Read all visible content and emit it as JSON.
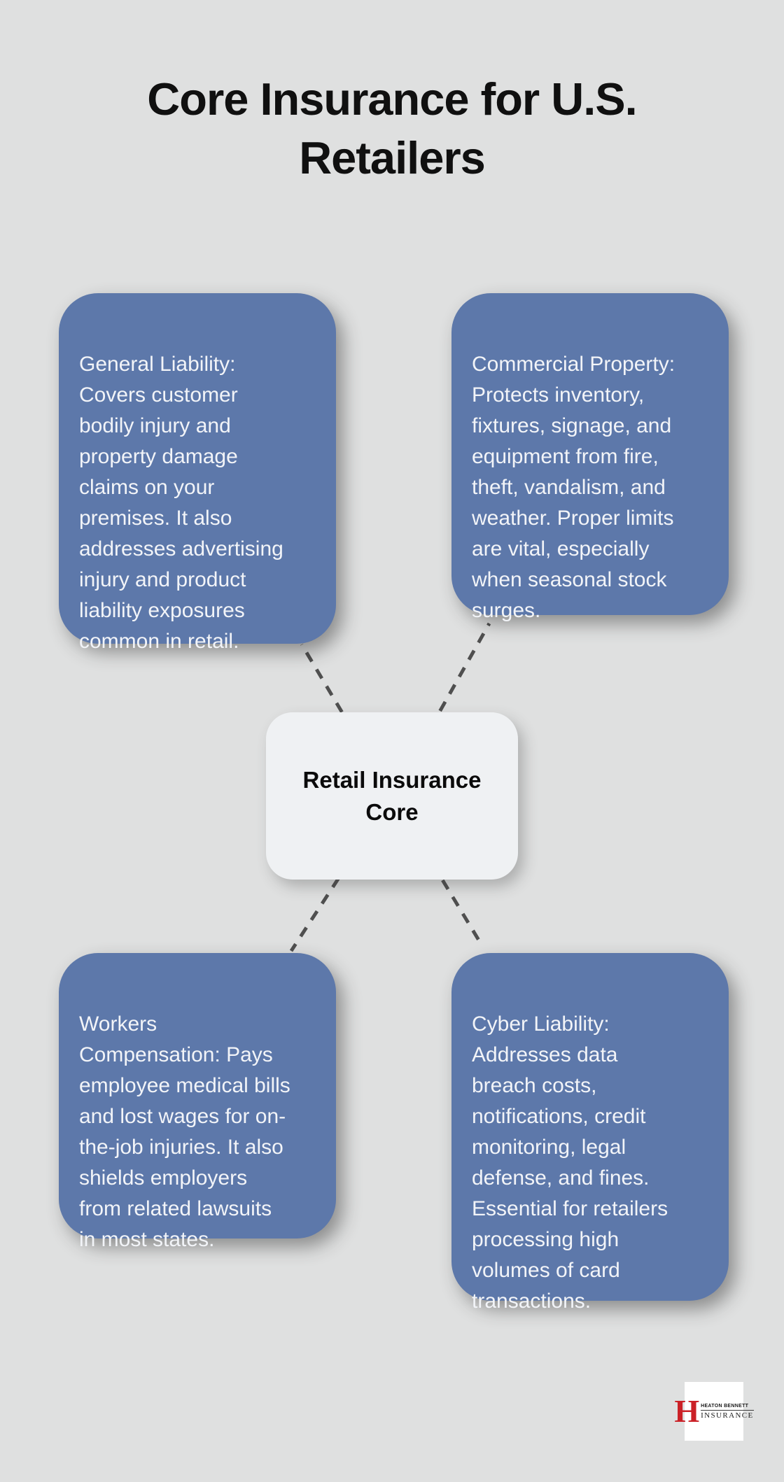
{
  "title": {
    "line1": "Core Insurance for U.S.",
    "line2": "Retailers"
  },
  "center_node": {
    "label": "Retail Insurance Core"
  },
  "nodes": [
    {
      "id": "general-liability",
      "text": "General Liability:\nCovers customer\nbodily injury and\nproperty damage\nclaims on your\npremises. It also\naddresses advertising\ninjury and product\nliability exposures\ncommon in retail."
    },
    {
      "id": "commercial-property",
      "text": "Commercial Property:\nProtects inventory,\nfixtures, signage, and\nequipment from fire,\ntheft, vandalism, and\nweather. Proper limits\nare vital, especially\nwhen seasonal stock\nsurges."
    },
    {
      "id": "workers-compensation",
      "text": "Workers\nCompensation: Pays\nemployee medical bills\nand lost wages for on-\nthe-job injuries. It also\nshields employers\nfrom related lawsuits\nin most states."
    },
    {
      "id": "cyber-liability",
      "text": "Cyber Liability:\nAddresses data\nbreach costs,\nnotifications, credit\nmonitoring, legal\ndefense, and fines.\nEssential for retailers\nprocessing high\nvolumes of card\ntransactions."
    }
  ],
  "logo": {
    "mark": "H",
    "line1": "HEATON BENNETT",
    "line2": "INSURANCE"
  },
  "colors": {
    "background": "#dfe0e0",
    "card_blue": "#5d78aa",
    "card_text": "#f2f4f8",
    "center_card_bg": "#eff1f3",
    "connector_gray": "#4f4f4f",
    "title_black": "#101010",
    "logo_red": "#cb2127"
  }
}
